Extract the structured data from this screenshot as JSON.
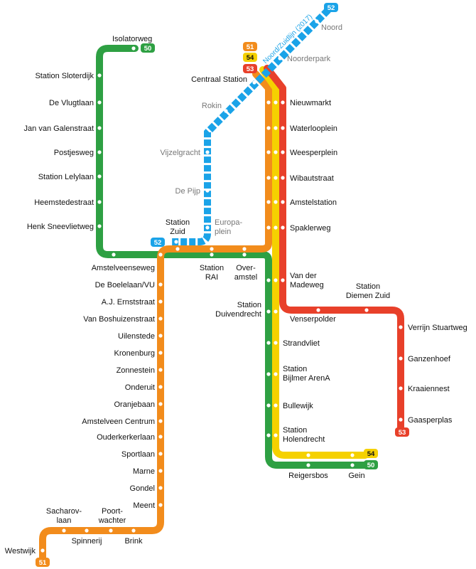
{
  "colors": {
    "line50": "#2ea043",
    "line51": "#f28c1c",
    "line53": "#e8402a",
    "line54": "#f5d100",
    "line52": "#1aa3e8"
  },
  "lines": {
    "l50": "50",
    "l51": "51",
    "l52": "52",
    "l53": "53",
    "l54": "54"
  },
  "noord_zuidlijn": "Noord/Zuidlijn (2017)",
  "stations": {
    "isolatorweg": "Isolatorweg",
    "sloterdijk": "Station Sloterdijk",
    "vlugtlaan": "De Vlugtlaan",
    "galenstraat": "Jan van Galenstraat",
    "postjesweg": "Postjesweg",
    "lelylaan": "Station Lelylaan",
    "heemstede": "Heemstedestraat",
    "sneevliet": "Henk Sneevlietweg",
    "amstelveenseweg": "Amstelveenseweg",
    "zuid_1": "Station",
    "zuid_2": "Zuid",
    "europaplein_1": "Europa-",
    "europaplein_2": "plein",
    "rai_1": "Station",
    "rai_2": "RAI",
    "overamstel_1": "Over-",
    "overamstel_2": "amstel",
    "centraal": "Centraal Station",
    "noord": "Noord",
    "noorderpark": "Noorderpark",
    "rokin": "Rokin",
    "vijzelgracht": "Vijzelgracht",
    "pijp": "De Pijp",
    "nieuwmarkt": "Nieuwmarkt",
    "waterlooplein": "Waterlooplein",
    "weesperplein": "Weesperplein",
    "wibautstraat": "Wibautstraat",
    "amstelstation": "Amstelstation",
    "spaklerweg": "Spaklerweg",
    "madeweg_1": "Van der",
    "madeweg_2": "Madeweg",
    "duivendrecht_1": "Station",
    "duivendrecht_2": "Duivendrecht",
    "venserpolder": "Venserpolder",
    "diemen_1": "Station",
    "diemen_2": "Diemen Zuid",
    "verrijn": "Verrijn Stuartweg",
    "ganzenhoef": "Ganzenhoef",
    "kraaiennest": "Kraaiennest",
    "gaasperplas": "Gaasperplas",
    "strandvliet": "Strandvliet",
    "arena_1": "Station",
    "arena_2": "Bijlmer ArenA",
    "bullewijk": "Bullewijk",
    "holendrecht_1": "Station",
    "holendrecht_2": "Holendrecht",
    "reigersbos": "Reigersbos",
    "gein": "Gein",
    "boelelaan": "De Boelelaan/VU",
    "ernststraat": "A.J. Ernststraat",
    "boshuizen": "Van Boshuizenstraat",
    "uilenstede": "Uilenstede",
    "kronenburg": "Kronenburg",
    "zonnestein": "Zonnestein",
    "onderuit": "Onderuit",
    "oranjebaan": "Oranjebaan",
    "amstelveen_centrum": "Amstelveen Centrum",
    "ouderkerker": "Ouderkerkerlaan",
    "sportlaan": "Sportlaan",
    "marne": "Marne",
    "gondel": "Gondel",
    "meent": "Meent",
    "sacharov_1": "Sacharov-",
    "sacharov_2": "laan",
    "poortwachter_1": "Poort-",
    "poortwachter_2": "wachter",
    "spinnerij": "Spinnerij",
    "brink": "Brink",
    "westwijk": "Westwijk"
  }
}
